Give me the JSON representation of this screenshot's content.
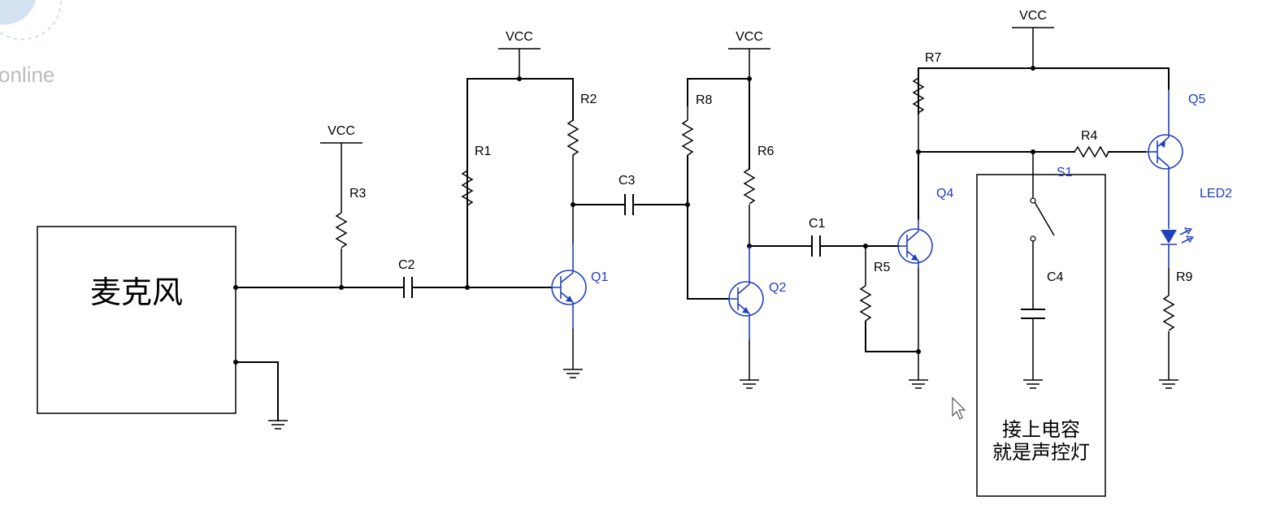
{
  "watermark": {
    "text": "online"
  },
  "colors": {
    "wire": "#000000",
    "component_blue": "#1f3fbf"
  },
  "power_labels": [
    "VCC",
    "VCC",
    "VCC",
    "VCC"
  ],
  "microphone": {
    "label": "麦克风"
  },
  "components": {
    "R1": "R1",
    "R2": "R2",
    "R3": "R3",
    "R4": "R4",
    "R5": "R5",
    "R6": "R6",
    "R7": "R7",
    "R8": "R8",
    "R9": "R9",
    "C1": "C1",
    "C2": "C2",
    "C3": "C3",
    "C4": "C4",
    "Q1": "Q1",
    "Q2": "Q2",
    "Q4": "Q4",
    "Q5": "Q5",
    "S1": "S1",
    "LED2": "LED2"
  },
  "note": {
    "line1": "接上电容",
    "line2": "就是声控灯"
  }
}
